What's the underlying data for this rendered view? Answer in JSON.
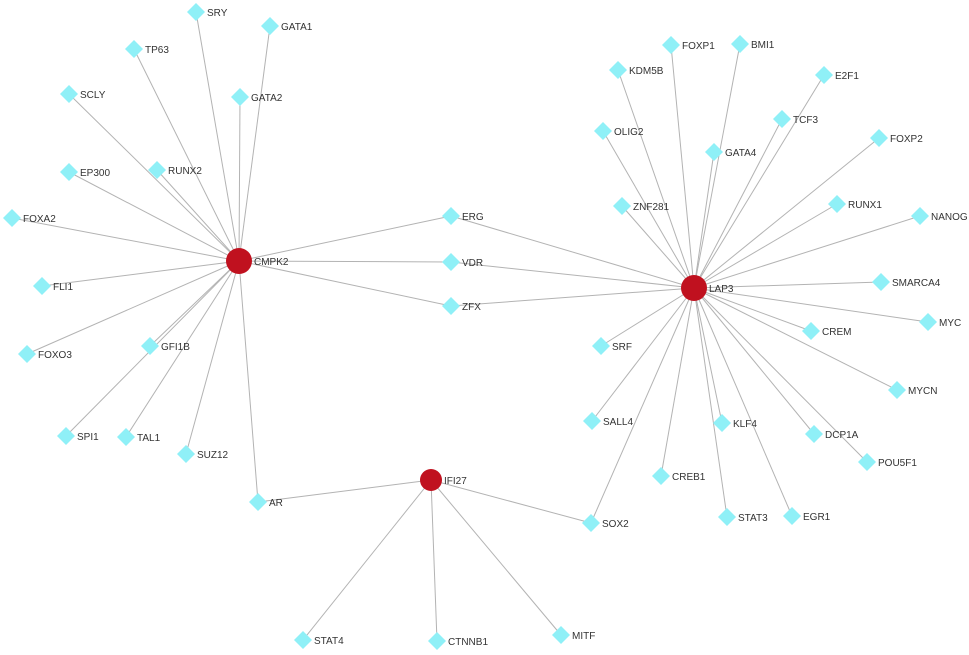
{
  "colors": {
    "hub": "#c0111f",
    "target": "#8ff0f7",
    "edge": "#b3b3b3",
    "label": "#333333"
  },
  "nodes": [
    {
      "id": "CMPK2",
      "label": "CMPK2",
      "type": "hub"
    },
    {
      "id": "LAP3",
      "label": "LAP3",
      "type": "hub"
    },
    {
      "id": "IFI27",
      "label": "IFI27",
      "type": "hub"
    },
    {
      "id": "SRY",
      "label": "SRY",
      "type": "target"
    },
    {
      "id": "GATA1",
      "label": "GATA1",
      "type": "target"
    },
    {
      "id": "TP63",
      "label": "TP63",
      "type": "target"
    },
    {
      "id": "SCLY",
      "label": "SCLY",
      "type": "target"
    },
    {
      "id": "GATA2",
      "label": "GATA2",
      "type": "target"
    },
    {
      "id": "RUNX2",
      "label": "RUNX2",
      "type": "target"
    },
    {
      "id": "EP300",
      "label": "EP300",
      "type": "target"
    },
    {
      "id": "FOXA2",
      "label": "FOXA2",
      "type": "target"
    },
    {
      "id": "FLI1",
      "label": "FLI1",
      "type": "target"
    },
    {
      "id": "FOXO3",
      "label": "FOXO3",
      "type": "target"
    },
    {
      "id": "GFI1B",
      "label": "GFI1B",
      "type": "target"
    },
    {
      "id": "SPI1",
      "label": "SPI1",
      "type": "target"
    },
    {
      "id": "TAL1",
      "label": "TAL1",
      "type": "target"
    },
    {
      "id": "SUZ12",
      "label": "SUZ12",
      "type": "target"
    },
    {
      "id": "AR",
      "label": "AR",
      "type": "target"
    },
    {
      "id": "ERG",
      "label": "ERG",
      "type": "target"
    },
    {
      "id": "VDR",
      "label": "VDR",
      "type": "target"
    },
    {
      "id": "ZFX",
      "label": "ZFX",
      "type": "target"
    },
    {
      "id": "FOXP1",
      "label": "FOXP1",
      "type": "target"
    },
    {
      "id": "BMI1",
      "label": "BMI1",
      "type": "target"
    },
    {
      "id": "KDM5B",
      "label": "KDM5B",
      "type": "target"
    },
    {
      "id": "E2F1",
      "label": "E2F1",
      "type": "target"
    },
    {
      "id": "TCF3",
      "label": "TCF3",
      "type": "target"
    },
    {
      "id": "OLIG2",
      "label": "OLIG2",
      "type": "target"
    },
    {
      "id": "GATA4",
      "label": "GATA4",
      "type": "target"
    },
    {
      "id": "FOXP2",
      "label": "FOXP2",
      "type": "target"
    },
    {
      "id": "ZNF281",
      "label": "ZNF281",
      "type": "target"
    },
    {
      "id": "RUNX1",
      "label": "RUNX1",
      "type": "target"
    },
    {
      "id": "NANOG",
      "label": "NANOG",
      "type": "target"
    },
    {
      "id": "SMARCA4",
      "label": "SMARCA4",
      "type": "target"
    },
    {
      "id": "MYC",
      "label": "MYC",
      "type": "target"
    },
    {
      "id": "CREM",
      "label": "CREM",
      "type": "target"
    },
    {
      "id": "SRF",
      "label": "SRF",
      "type": "target"
    },
    {
      "id": "MYCN",
      "label": "MYCN",
      "type": "target"
    },
    {
      "id": "SALL4",
      "label": "SALL4",
      "type": "target"
    },
    {
      "id": "KLF4",
      "label": "KLF4",
      "type": "target"
    },
    {
      "id": "DCP1A",
      "label": "DCP1A",
      "type": "target"
    },
    {
      "id": "POU5F1",
      "label": "POU5F1",
      "type": "target"
    },
    {
      "id": "CREB1",
      "label": "CREB1",
      "type": "target"
    },
    {
      "id": "STAT3",
      "label": "STAT3",
      "type": "target"
    },
    {
      "id": "EGR1",
      "label": "EGR1",
      "type": "target"
    },
    {
      "id": "SOX2",
      "label": "SOX2",
      "type": "target"
    },
    {
      "id": "STAT4",
      "label": "STAT4",
      "type": "target"
    },
    {
      "id": "CTNNB1",
      "label": "CTNNB1",
      "type": "target"
    },
    {
      "id": "MITF",
      "label": "MITF",
      "type": "target"
    }
  ],
  "edges": [
    [
      "CMPK2",
      "SRY"
    ],
    [
      "CMPK2",
      "GATA1"
    ],
    [
      "CMPK2",
      "TP63"
    ],
    [
      "CMPK2",
      "SCLY"
    ],
    [
      "CMPK2",
      "GATA2"
    ],
    [
      "CMPK2",
      "RUNX2"
    ],
    [
      "CMPK2",
      "EP300"
    ],
    [
      "CMPK2",
      "FOXA2"
    ],
    [
      "CMPK2",
      "FLI1"
    ],
    [
      "CMPK2",
      "FOXO3"
    ],
    [
      "CMPK2",
      "GFI1B"
    ],
    [
      "CMPK2",
      "SPI1"
    ],
    [
      "CMPK2",
      "TAL1"
    ],
    [
      "CMPK2",
      "SUZ12"
    ],
    [
      "CMPK2",
      "AR"
    ],
    [
      "CMPK2",
      "ERG"
    ],
    [
      "CMPK2",
      "VDR"
    ],
    [
      "CMPK2",
      "ZFX"
    ],
    [
      "LAP3",
      "ERG"
    ],
    [
      "LAP3",
      "VDR"
    ],
    [
      "LAP3",
      "ZFX"
    ],
    [
      "LAP3",
      "FOXP1"
    ],
    [
      "LAP3",
      "BMI1"
    ],
    [
      "LAP3",
      "KDM5B"
    ],
    [
      "LAP3",
      "E2F1"
    ],
    [
      "LAP3",
      "TCF3"
    ],
    [
      "LAP3",
      "OLIG2"
    ],
    [
      "LAP3",
      "GATA4"
    ],
    [
      "LAP3",
      "FOXP2"
    ],
    [
      "LAP3",
      "ZNF281"
    ],
    [
      "LAP3",
      "RUNX1"
    ],
    [
      "LAP3",
      "NANOG"
    ],
    [
      "LAP3",
      "SMARCA4"
    ],
    [
      "LAP3",
      "MYC"
    ],
    [
      "LAP3",
      "CREM"
    ],
    [
      "LAP3",
      "SRF"
    ],
    [
      "LAP3",
      "MYCN"
    ],
    [
      "LAP3",
      "SALL4"
    ],
    [
      "LAP3",
      "KLF4"
    ],
    [
      "LAP3",
      "DCP1A"
    ],
    [
      "LAP3",
      "POU5F1"
    ],
    [
      "LAP3",
      "CREB1"
    ],
    [
      "LAP3",
      "STAT3"
    ],
    [
      "LAP3",
      "EGR1"
    ],
    [
      "LAP3",
      "SOX2"
    ],
    [
      "IFI27",
      "AR"
    ],
    [
      "IFI27",
      "SOX2"
    ],
    [
      "IFI27",
      "STAT4"
    ],
    [
      "IFI27",
      "CTNNB1"
    ],
    [
      "IFI27",
      "MITF"
    ]
  ]
}
